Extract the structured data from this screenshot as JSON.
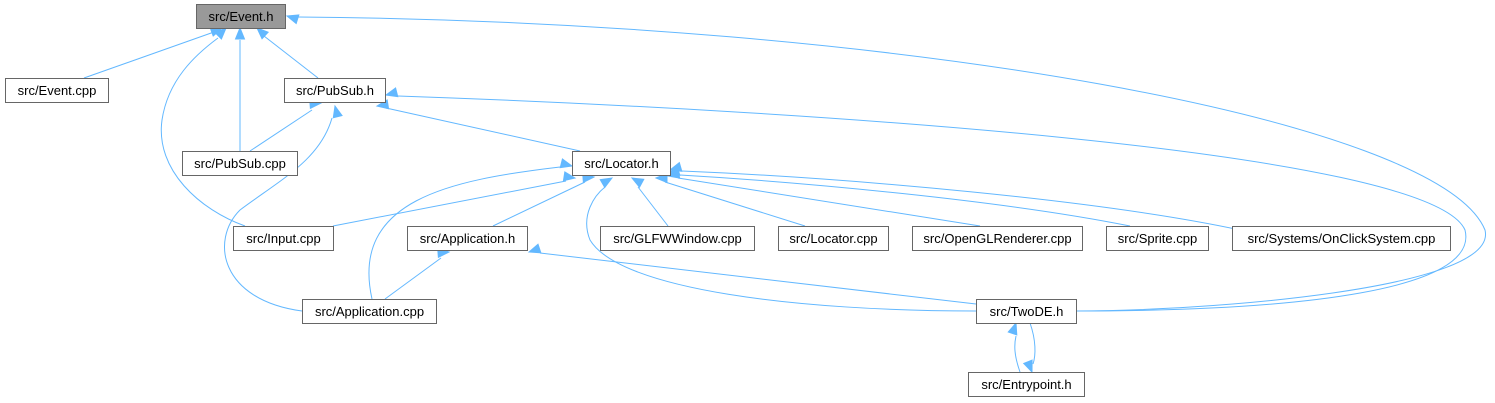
{
  "graph": {
    "colors": {
      "edge": "#63b8ff",
      "node_border": "#666666",
      "node_fill": "#ffffff",
      "current_fill": "#999999",
      "text": "#000000"
    },
    "nodes": [
      {
        "id": "event_h",
        "label": "src/Event.h",
        "current": true
      },
      {
        "id": "event_cpp",
        "label": "src/Event.cpp"
      },
      {
        "id": "pubsub_h",
        "label": "src/PubSub.h"
      },
      {
        "id": "pubsub_cpp",
        "label": "src/PubSub.cpp"
      },
      {
        "id": "locator_h",
        "label": "src/Locator.h"
      },
      {
        "id": "input_cpp",
        "label": "src/Input.cpp"
      },
      {
        "id": "application_h",
        "label": "src/Application.h"
      },
      {
        "id": "glfwwindow_cpp",
        "label": "src/GLFWWindow.cpp"
      },
      {
        "id": "locator_cpp",
        "label": "src/Locator.cpp"
      },
      {
        "id": "openglrenderer_cpp",
        "label": "src/OpenGLRenderer.cpp"
      },
      {
        "id": "sprite_cpp",
        "label": "src/Sprite.cpp"
      },
      {
        "id": "onclicksystem_cpp",
        "label": "src/Systems/OnClickSystem.cpp"
      },
      {
        "id": "application_cpp",
        "label": "src/Application.cpp"
      },
      {
        "id": "twode_h",
        "label": "src/TwoDE.h"
      },
      {
        "id": "entrypoint_h",
        "label": "src/Entrypoint.h"
      }
    ],
    "edges": [
      {
        "from": "event_cpp",
        "to": "event_h"
      },
      {
        "from": "pubsub_h",
        "to": "event_h"
      },
      {
        "from": "pubsub_cpp",
        "to": "event_h"
      },
      {
        "from": "input_cpp",
        "to": "event_h"
      },
      {
        "from": "twode_h",
        "to": "event_h"
      },
      {
        "from": "pubsub_cpp",
        "to": "pubsub_h"
      },
      {
        "from": "locator_h",
        "to": "pubsub_h"
      },
      {
        "from": "application_cpp",
        "to": "pubsub_h"
      },
      {
        "from": "twode_h",
        "to": "pubsub_h"
      },
      {
        "from": "input_cpp",
        "to": "locator_h"
      },
      {
        "from": "application_h",
        "to": "locator_h"
      },
      {
        "from": "glfwwindow_cpp",
        "to": "locator_h"
      },
      {
        "from": "locator_cpp",
        "to": "locator_h"
      },
      {
        "from": "openglrenderer_cpp",
        "to": "locator_h"
      },
      {
        "from": "sprite_cpp",
        "to": "locator_h"
      },
      {
        "from": "onclicksystem_cpp",
        "to": "locator_h"
      },
      {
        "from": "application_cpp",
        "to": "locator_h"
      },
      {
        "from": "twode_h",
        "to": "locator_h"
      },
      {
        "from": "application_cpp",
        "to": "application_h"
      },
      {
        "from": "twode_h",
        "to": "application_h"
      },
      {
        "from": "entrypoint_h",
        "to": "twode_h"
      },
      {
        "from": "twode_h",
        "to": "entrypoint_h"
      }
    ]
  }
}
